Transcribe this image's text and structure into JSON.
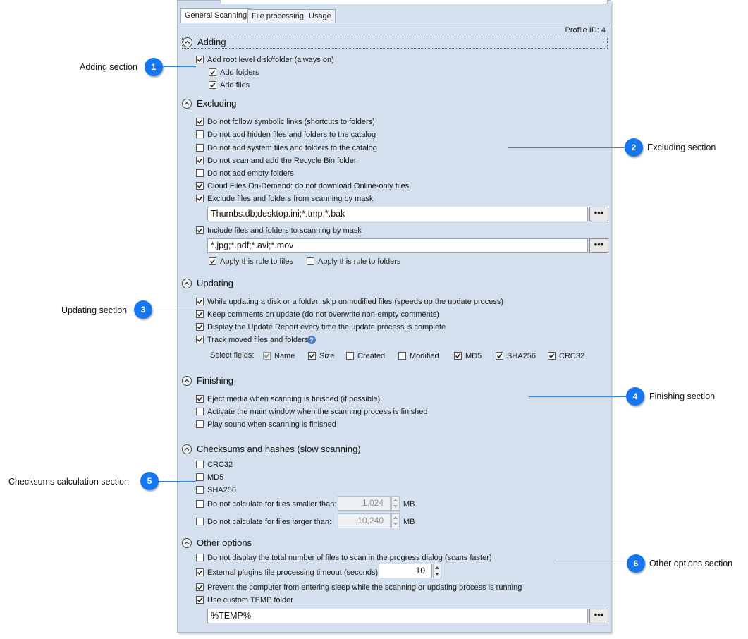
{
  "tabs": [
    "General Scanning",
    "File processing",
    "Usage"
  ],
  "profile_id": "Profile ID: 4",
  "sections": {
    "adding": "Adding",
    "excluding": "Excluding",
    "updating": "Updating",
    "finishing": "Finishing",
    "checksums": "Checksums and hashes (slow scanning)",
    "other": "Other options"
  },
  "adding": {
    "root": {
      "label": "Add root level disk/folder (always on)",
      "checked": true
    },
    "folders": {
      "label": "Add folders",
      "checked": true
    },
    "files": {
      "label": "Add files",
      "checked": true
    }
  },
  "excluding": {
    "items": [
      {
        "label": "Do not follow symbolic links (shortcuts to folders)",
        "checked": true
      },
      {
        "label": "Do not add hidden files and folders to the catalog",
        "checked": false
      },
      {
        "label": "Do not add system files and folders to the catalog",
        "checked": false
      },
      {
        "label": "Do not scan and add the Recycle Bin folder",
        "checked": true
      },
      {
        "label": "Do not add empty folders",
        "checked": false
      },
      {
        "label": "Cloud Files On-Demand: do not download Online-only files",
        "checked": true
      },
      {
        "label": "Exclude files and folders from scanning by mask",
        "checked": true
      }
    ],
    "exclude_mask": "Thumbs.db;desktop.ini;*.tmp;*.bak",
    "include": {
      "label": "Include files and folders to scanning by mask",
      "checked": true
    },
    "include_mask": "*.jpg;*.pdf;*.avi;*.mov",
    "apply_files": {
      "label": "Apply this rule to files",
      "checked": true
    },
    "apply_folders": {
      "label": "Apply this rule to folders",
      "checked": false
    },
    "browse": "•••"
  },
  "updating": {
    "items": [
      {
        "label": "While updating a disk or a folder: skip unmodified files (speeds up the update process)",
        "checked": true
      },
      {
        "label": "Keep comments on update (do not overwrite non-empty comments)",
        "checked": true
      },
      {
        "label": "Display the Update Report every time the update process is complete",
        "checked": true
      },
      {
        "label": "Track moved files and folders",
        "checked": true
      }
    ],
    "help": "?",
    "select_fields_label": "Select fields:",
    "fields": [
      {
        "label": "Name",
        "checked": true,
        "disabled": true
      },
      {
        "label": "Size",
        "checked": true
      },
      {
        "label": "Created",
        "checked": false
      },
      {
        "label": "Modified",
        "checked": false
      },
      {
        "label": "MD5",
        "checked": true
      },
      {
        "label": "SHA256",
        "checked": true
      },
      {
        "label": "CRC32",
        "checked": true
      }
    ]
  },
  "finishing": {
    "items": [
      {
        "label": "Eject media when scanning is finished (if possible)",
        "checked": true
      },
      {
        "label": "Activate the main window when the scanning process is finished",
        "checked": false
      },
      {
        "label": "Play sound when scanning is finished",
        "checked": false
      }
    ]
  },
  "checksums": {
    "items": [
      {
        "label": "CRC32",
        "checked": false
      },
      {
        "label": "MD5",
        "checked": false
      },
      {
        "label": "SHA256",
        "checked": false
      }
    ],
    "smaller": {
      "label": "Do not calculate for files smaller than:",
      "checked": false,
      "value": "1,024",
      "unit": "MB"
    },
    "larger": {
      "label": "Do not calculate for files larger than:",
      "checked": false,
      "value": "10,240",
      "unit": "MB"
    }
  },
  "other": {
    "no_total": {
      "label": "Do not display the total number of files to scan in the progress dialog (scans faster)",
      "checked": false
    },
    "timeout": {
      "label": "External plugins file processing timeout (seconds):",
      "checked": true,
      "value": "10"
    },
    "sleep": {
      "label": "Prevent the computer from entering sleep while the scanning or updating process is running",
      "checked": true
    },
    "temp": {
      "label": "Use custom TEMP folder",
      "checked": true
    },
    "temp_path": "%TEMP%"
  },
  "callouts": [
    {
      "num": "1",
      "label": "Adding section"
    },
    {
      "num": "2",
      "label": "Excluding section"
    },
    {
      "num": "3",
      "label": "Updating section"
    },
    {
      "num": "4",
      "label": "Finishing section"
    },
    {
      "num": "5",
      "label": "Checksums calculation section"
    },
    {
      "num": "6",
      "label": "Other options section"
    }
  ],
  "colors": {
    "panel": "#d4e0ee",
    "accent": "#1577f0"
  }
}
